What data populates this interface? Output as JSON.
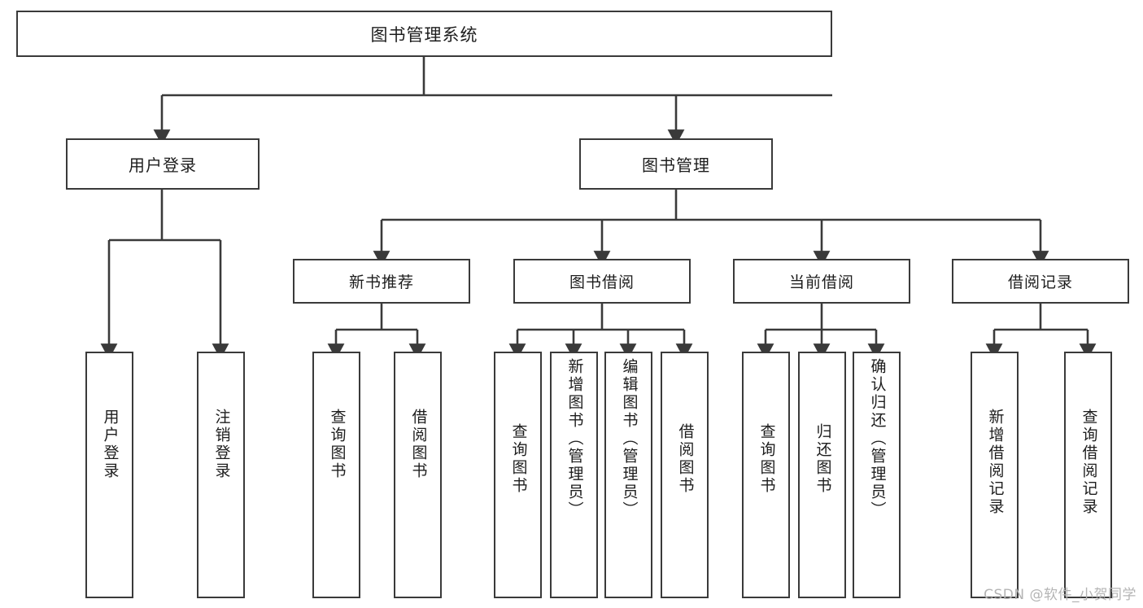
{
  "diagram": {
    "title": "图书管理系统",
    "type": "tree",
    "colors": {
      "box_border": "#3a3a3a",
      "box_fill": "#ffffff",
      "edge": "#3a3a3a",
      "text": "#1d1d1d",
      "watermark": "#b4b4b4"
    },
    "root": {
      "label": "图书管理系统"
    },
    "level1": [
      {
        "label": "用户登录"
      },
      {
        "label": "图书管理"
      }
    ],
    "level2": [
      {
        "label": "新书推荐"
      },
      {
        "label": "图书借阅"
      },
      {
        "label": "当前借阅"
      },
      {
        "label": "借阅记录"
      }
    ],
    "leaves": {
      "user_login": [
        {
          "label": "用户登录"
        },
        {
          "label": "注销登录"
        }
      ],
      "new_book_recommend": [
        {
          "label": "查询图书"
        },
        {
          "label": "借阅图书"
        }
      ],
      "book_borrow": [
        {
          "label": "查询图书"
        },
        {
          "label": "新增图书（管理员）"
        },
        {
          "label": "编辑图书（管理员）"
        },
        {
          "label": "借阅图书"
        }
      ],
      "current_borrow": [
        {
          "label": "查询图书"
        },
        {
          "label": "归还图书"
        },
        {
          "label": "确认归还（管理员）"
        }
      ],
      "borrow_record": [
        {
          "label": "新增借阅记录"
        },
        {
          "label": "查询借阅记录"
        }
      ]
    }
  },
  "watermark": {
    "text": "CSDN @软件_小贺同学"
  }
}
